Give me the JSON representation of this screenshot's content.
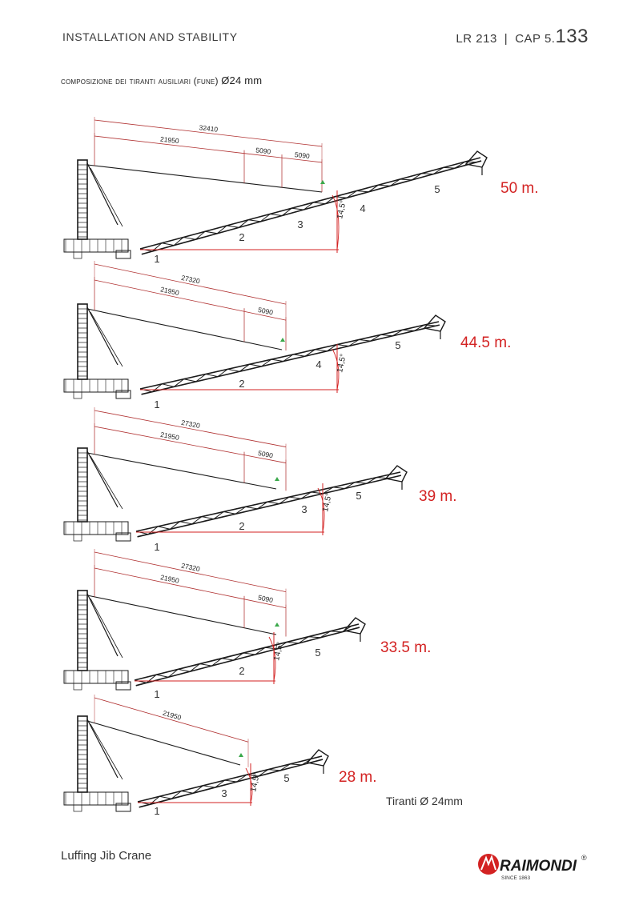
{
  "header": {
    "section": "INSTALLATION AND STABILITY",
    "model": "LR 213",
    "separator": "|",
    "cap_prefix": "CAP 5.",
    "cap_page": "133"
  },
  "subtitle": {
    "text": "composizione dei tiranti ausiliari (fune)",
    "size": "Ø24 mm"
  },
  "configurations": [
    {
      "jib": "50 m.",
      "dims": [
        "32410",
        "21950",
        "5090",
        "5090"
      ],
      "sections": [
        "1",
        "2",
        "3",
        "4",
        "5"
      ],
      "angle": "14,5°"
    },
    {
      "jib": "44.5 m.",
      "dims": [
        "27320",
        "21950",
        "5090"
      ],
      "sections": [
        "1",
        "2",
        "4",
        "5"
      ],
      "angle": "14,5°"
    },
    {
      "jib": "39 m.",
      "dims": [
        "27320",
        "21950",
        "5090"
      ],
      "sections": [
        "1",
        "2",
        "3",
        "5"
      ],
      "angle": "14,5°"
    },
    {
      "jib": "33.5 m.",
      "dims": [
        "27320",
        "21950",
        "5090"
      ],
      "sections": [
        "1",
        "2",
        "5"
      ],
      "angle": "14,5°"
    },
    {
      "jib": "28 m.",
      "dims": [
        "21950"
      ],
      "sections": [
        "1",
        "3",
        "5"
      ],
      "angle": "14,5°"
    }
  ],
  "note": "Tiranti Ø 24mm",
  "footer": {
    "product": "Luffing Jib Crane",
    "brand": "RAIMONDI",
    "since": "SINCE 1863",
    "registered": "®"
  },
  "colors": {
    "accent": "#d32222",
    "structure": "#1a1a1a",
    "dimension": "#b03030"
  }
}
